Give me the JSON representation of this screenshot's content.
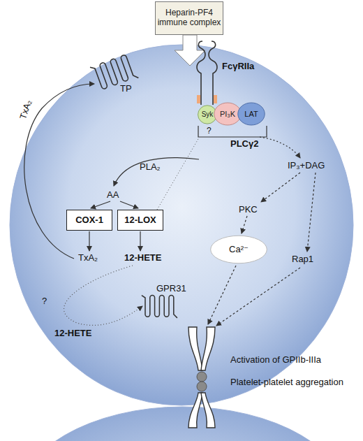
{
  "diagram": {
    "nodes": [
      {
        "text": [
          "Heparin-PF4 immune complex"
        ]
      },
      {
        "text": [
          "Syk"
        ]
      },
      {
        "text": [
          "PI₃K"
        ]
      },
      {
        "text": [
          "LAT"
        ]
      },
      {
        "text": [
          "COX-1"
        ]
      },
      {
        "text": [
          "12-LOX"
        ]
      },
      {
        "text": [
          "Ca²⁻"
        ]
      }
    ],
    "labels": [
      "FcγRIIa",
      "TP",
      "TxA₂",
      "PLA₂",
      "AA",
      "TxA₂",
      "12-HETE",
      "?",
      "PLCγ2",
      "IP₃+DAG",
      "PKC",
      "Rap1",
      "GPR31",
      "?",
      "12-HETE",
      "Activation of GPIIb-IIIa",
      "Platelet-platelet aggregation"
    ]
  }
}
